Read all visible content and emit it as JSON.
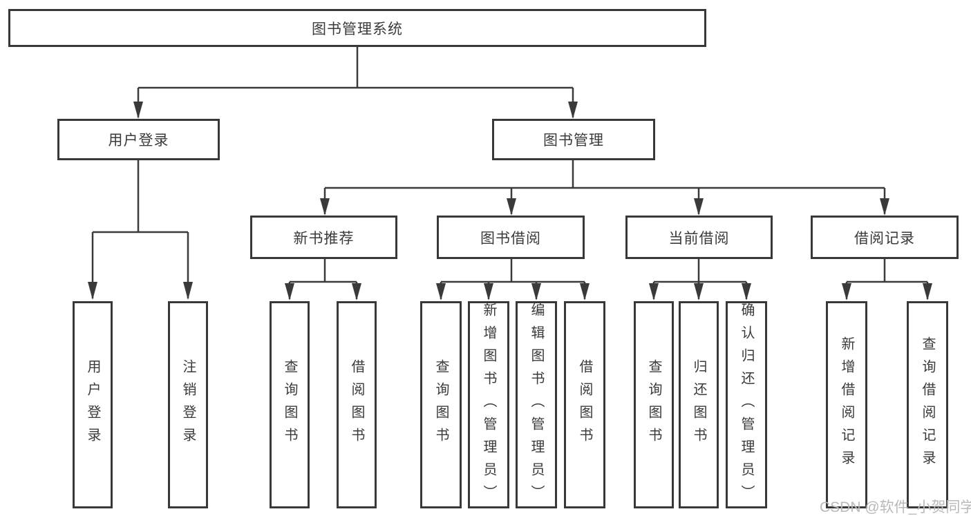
{
  "diagram": {
    "root": {
      "label": "图书管理系统"
    },
    "level2": {
      "user_login": {
        "label": "用户登录"
      },
      "book_management": {
        "label": "图书管理"
      }
    },
    "level3": {
      "new_book_recommend": {
        "label": "新书推荐"
      },
      "book_borrow": {
        "label": "图书借阅"
      },
      "current_borrow": {
        "label": "当前借阅"
      },
      "borrow_records": {
        "label": "借阅记录"
      }
    },
    "leaves": {
      "user_login": [
        "用户登录",
        "注销登录"
      ],
      "new_book_recommend": [
        "查询图书",
        "借阅图书"
      ],
      "book_borrow": [
        "查询图书",
        "新增图书（管理员）",
        "编辑图书（管理员）",
        "借阅图书"
      ],
      "current_borrow": [
        "查询图书",
        "归还图书",
        "确认归还（管理员）"
      ],
      "borrow_records": [
        "新增借阅记录",
        "查询借阅记录"
      ]
    }
  },
  "watermark": "CSDN @软件_小贺同学",
  "colors": {
    "line": "#3a3a3a",
    "box_border": "#383838",
    "text": "#3a3a3a",
    "watermark": "#b9b9b9",
    "background": "#ffffff"
  }
}
